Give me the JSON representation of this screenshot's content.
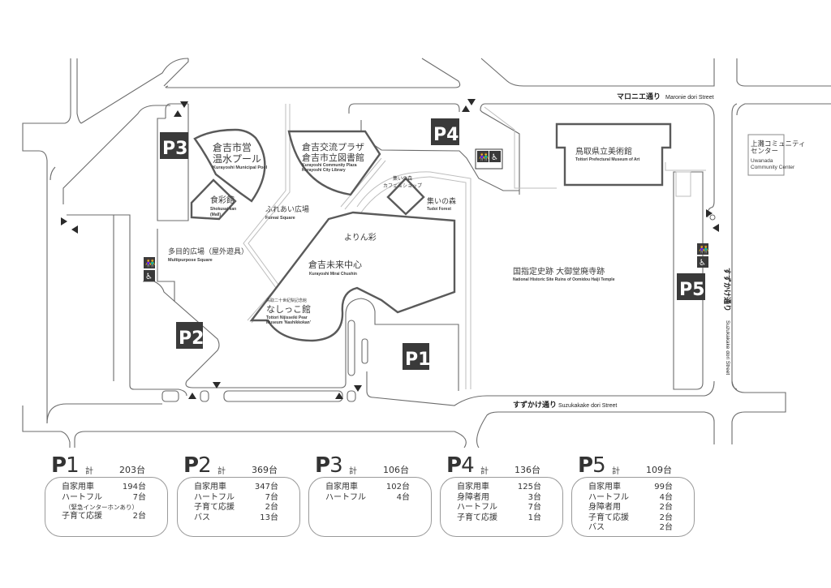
{
  "map": {
    "streets": {
      "maronie": {
        "jp": "マロニエ通り",
        "en": "Maronie dori Street"
      },
      "suzukakake_h": {
        "jp": "すずかけ通り",
        "en": "Suzukakake dori Street"
      },
      "suzukakake_v": {
        "jp": "すずかけ通り",
        "en": "Suzukakake dori Street"
      }
    },
    "parking_markers": [
      "P1",
      "P2",
      "P3",
      "P4",
      "P5"
    ],
    "facilities": {
      "pool": {
        "jp1": "倉吉市営",
        "jp2": "温水プール",
        "en": "Kurayoshi Municipal Pool"
      },
      "shokusai": {
        "jp": "食彩館",
        "en1": "Shokusai kan",
        "en2": "(Mall)"
      },
      "plaza": {
        "jp1": "倉吉交流プラザ",
        "jp2": "倉吉市立図書館",
        "en1": "Kurayoshi Community Plaza",
        "en2": "Kurayoshi City Library"
      },
      "fureai": {
        "jp": "ふれあい広場",
        "en": "Fureai Square"
      },
      "cafe": {
        "jp1": "集いの森",
        "jp2": "カフェ＆ショップ"
      },
      "tudoi": {
        "jp": "集いの森",
        "en": "Tudoi Forest"
      },
      "yorinsai": {
        "jp": "よりん彩"
      },
      "mirai": {
        "jp": "倉吉未来中心",
        "en": "Kurayoshi Mirai Chushin"
      },
      "multipurpose": {
        "jp": "多目的広場（屋外遊具）",
        "en": "Multipurpose Square"
      },
      "nashikko": {
        "jp0": "鳥取二十世紀梨記念館",
        "jp": "なしっこ館",
        "en1": "Tottori Nijisseiki Pear",
        "en2": "Museum 'Nashikkokan'"
      },
      "museum": {
        "jp": "鳥取県立美術館",
        "en": "Tottori Prefectural Museum of Art"
      },
      "ruins": {
        "jp": "国指定史跡 大御堂廃寺跡",
        "en": "National Historic Site Ruins of Oomidou Haiji Temple"
      },
      "uwanada": {
        "jp1": "上灘コミュニティ",
        "jp2": "センター",
        "en1": "Uwanada",
        "en2": "Community Center"
      }
    },
    "icons": [
      "restroom-icon",
      "wheelchair-icon",
      "entrance-arrow-icon",
      "exit-arrow-icon"
    ]
  },
  "parking_lots": [
    {
      "id": "P1",
      "total_label": "計",
      "total": "203台",
      "rows": [
        {
          "k": "自家用車",
          "v": "194台"
        },
        {
          "k": "ハートフル",
          "v": "7台"
        },
        {
          "k": "（緊急インターホンあり）",
          "v": "",
          "note": true
        },
        {
          "k": "子育て応援",
          "v": "2台"
        }
      ]
    },
    {
      "id": "P2",
      "total_label": "計",
      "total": "369台",
      "rows": [
        {
          "k": "自家用車",
          "v": "347台"
        },
        {
          "k": "ハートフル",
          "v": "7台"
        },
        {
          "k": "子育て応援",
          "v": "2台"
        },
        {
          "k": "バス",
          "v": "13台"
        }
      ]
    },
    {
      "id": "P3",
      "total_label": "計",
      "total": "106台",
      "rows": [
        {
          "k": "自家用車",
          "v": "102台"
        },
        {
          "k": "ハートフル",
          "v": "4台"
        }
      ]
    },
    {
      "id": "P4",
      "total_label": "計",
      "total": "136台",
      "rows": [
        {
          "k": "自家用車",
          "v": "125台"
        },
        {
          "k": "身障者用",
          "v": "3台"
        },
        {
          "k": "ハートフル",
          "v": "7台"
        },
        {
          "k": "子育て応援",
          "v": "1台"
        }
      ]
    },
    {
      "id": "P5",
      "total_label": "計",
      "total": "109台",
      "rows": [
        {
          "k": "自家用車",
          "v": "99台"
        },
        {
          "k": "ハートフル",
          "v": "4台"
        },
        {
          "k": "身障者用",
          "v": "2台"
        },
        {
          "k": "子育て応援",
          "v": "2台"
        },
        {
          "k": "バス",
          "v": "2台"
        }
      ]
    }
  ]
}
